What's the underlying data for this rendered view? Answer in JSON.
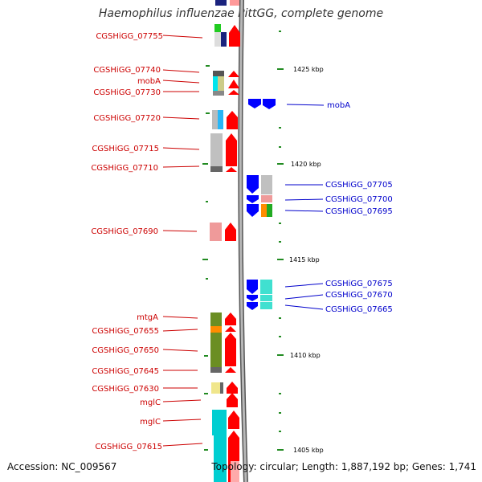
{
  "title": "Haemophilus influenzae PittGG, complete genome",
  "footer": {
    "accession": "Accession: NC_009567",
    "summary": "Topology: circular; Length: 1,887,192 bp; Genes: 1,741"
  },
  "scale": {
    "unit": "kbp",
    "ticks": [
      {
        "kbp": 1425,
        "label": "1425 kbp"
      },
      {
        "kbp": 1420,
        "label": "1420 kbp"
      },
      {
        "kbp": 1415,
        "label": "1415 kbp"
      },
      {
        "kbp": 1410,
        "label": "1410 kbp"
      },
      {
        "kbp": 1405,
        "label": "1405 kbp"
      }
    ]
  },
  "colors": {
    "forward_label": "#cc0000",
    "reverse_label": "#0000cc",
    "forward_arrow": "#ff0000",
    "reverse_arrow": "#0000ff",
    "tick": "#228b22",
    "backbone": "#a9a9a9"
  },
  "genes_forward": [
    {
      "label": "CGSHiGG_07755",
      "color": "#1a237e"
    },
    {
      "label": "CGSHiGG_07740",
      "color": "#607d8b"
    },
    {
      "label": "mobA",
      "color": "#00bcd4"
    },
    {
      "label": "CGSHiGG_07730",
      "color": "#607d8b"
    },
    {
      "label": "CGSHiGG_07720",
      "color": "#29b6f6"
    },
    {
      "label": "CGSHiGG_07715",
      "color": "#bdbdbd"
    },
    {
      "label": "CGSHiGG_07710",
      "color": "#9e9e9e"
    },
    {
      "label": "CGSHiGG_07690",
      "color": "#ef9a9a"
    },
    {
      "label": "mtgA",
      "color": "#6b8e23"
    },
    {
      "label": "CGSHiGG_07655",
      "color": "#ff8c00"
    },
    {
      "label": "CGSHiGG_07650",
      "color": "#6b8e23"
    },
    {
      "label": "CGSHiGG_07645",
      "color": "#616161"
    },
    {
      "label": "CGSHiGG_07630",
      "color": "#f0e68c"
    },
    {
      "label": "mglC",
      "color": "#ff0000"
    },
    {
      "label": "mglC",
      "color": "#00ced1"
    },
    {
      "label": "CGSHiGG_07615",
      "color": "#00ced1"
    }
  ],
  "genes_reverse": [
    {
      "label": "mobA",
      "color": "#1e90ff"
    },
    {
      "label": "CGSHiGG_07705",
      "color": "#bdbdbd"
    },
    {
      "label": "CGSHiGG_07700",
      "color": "#ef9a9a"
    },
    {
      "label": "CGSHiGG_07695",
      "color": "#ff8c00"
    },
    {
      "label": "CGSHiGG_07675",
      "color": "#40e0d0"
    },
    {
      "label": "CGSHiGG_07670",
      "color": "#40e0d0"
    },
    {
      "label": "CGSHiGG_07665",
      "color": "#40e0d0"
    }
  ]
}
